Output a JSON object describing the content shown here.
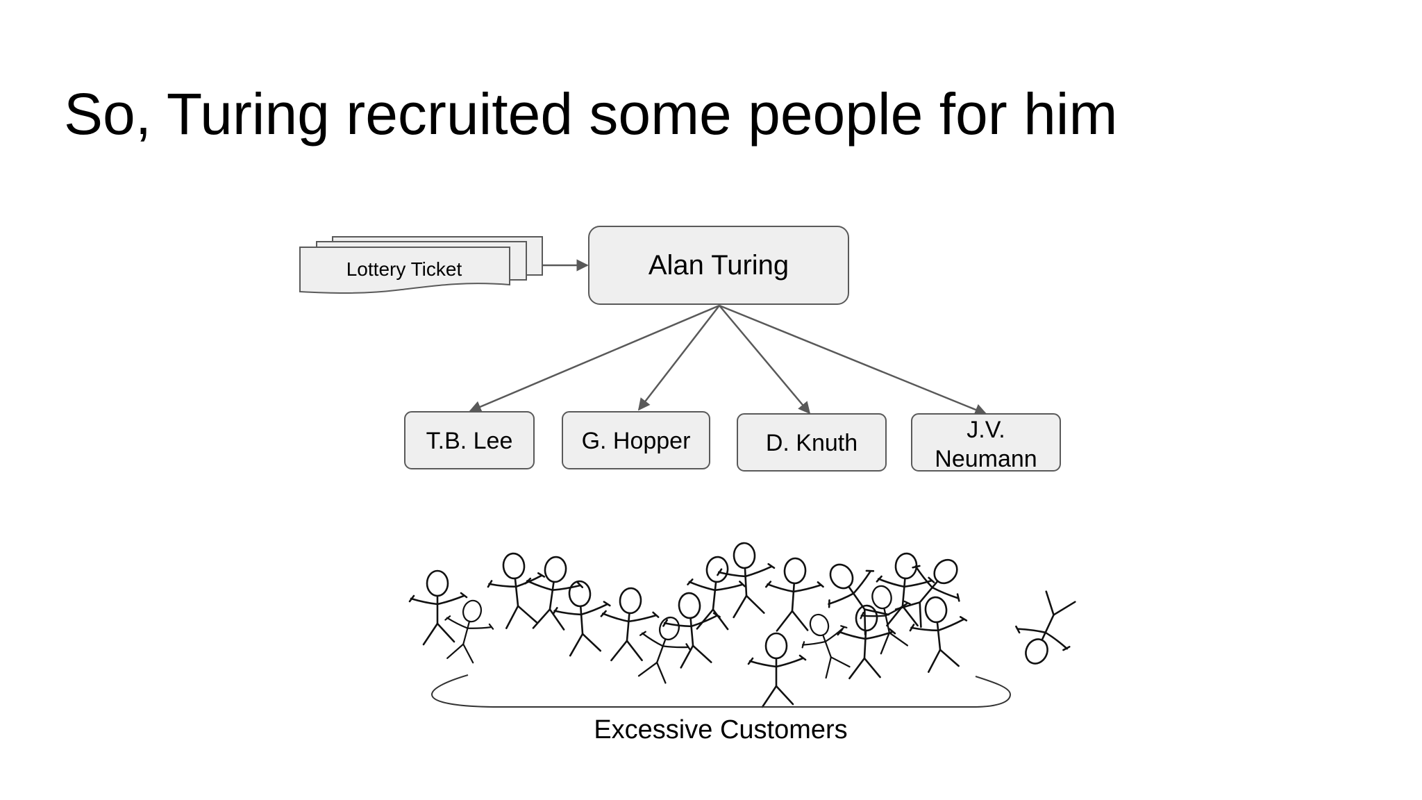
{
  "slide": {
    "title": "So, Turing recruited some people for him"
  },
  "diagram": {
    "input": {
      "label": "Lottery Ticket"
    },
    "root": {
      "label": "Alan Turing"
    },
    "children": [
      {
        "label": "T.B. Lee"
      },
      {
        "label": "G. Hopper"
      },
      {
        "label": "D. Knuth"
      },
      {
        "label_line1": "J.V.",
        "label_line2": "Neumann"
      }
    ],
    "crowd": {
      "caption": "Excessive Customers",
      "figure_count": 20
    }
  },
  "colors": {
    "box_fill": "#efefef",
    "box_stroke": "#595959",
    "text": "#000000",
    "sketch": "#111111"
  }
}
